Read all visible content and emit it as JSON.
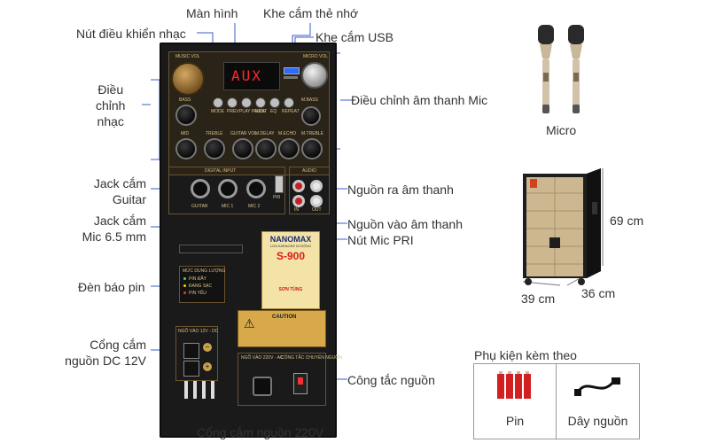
{
  "labels": {
    "man_hinh": "Màn hình",
    "khe_cam_the_nho": "Khe cắm thẻ nhớ",
    "nut_dieu_khien_nhac": "Nút điều khiển nhạc",
    "khe_cam_usb": "Khe cắm USB",
    "dieu_chinh_nhac": "Điều\nchỉnh\nnhạc",
    "dieu_chinh_am_thanh_mic": "Điều chỉnh âm thanh Mic",
    "jack_cam_guitar": "Jack cắm\nGuitar",
    "nguon_ra_am_thanh": "Nguồn ra âm thanh",
    "jack_cam_mic": "Jack cắm\nMic 6.5 mm",
    "nguon_vao_am_thanh": "Nguồn vào âm thanh",
    "nut_mic_pri": "Nút Mic PRI",
    "den_bao_pin": "Đèn báo pin",
    "cong_cam_nguon_dc": "Cổng cắm\nnguồn DC 12V",
    "cong_tac_nguon": "Công tắc nguồn",
    "cong_cam_nguon_220v": "Cổng cắm nguồn 220V"
  },
  "micro": {
    "label": "Micro"
  },
  "speaker": {
    "height": "69 cm",
    "width": "39 cm",
    "depth": "36 cm"
  },
  "accessories": {
    "title": "Phụ kiện kèm theo",
    "items": [
      {
        "label": "Pin",
        "icon": "battery-icon"
      },
      {
        "label": "Dây nguồn",
        "icon": "power-cable-icon"
      }
    ]
  },
  "panel": {
    "display_text": "AUX",
    "music_vol": "MUSIC VOL",
    "micro_vol": "MICRO VOL",
    "bass": "BASS",
    "mid": "MID",
    "treble": "TREBLE",
    "guitar_vol": "GUITAR VOL",
    "m_delay": "M.DELAY",
    "m_echo": "M.ECHO",
    "m_treble": "M.TREBLE",
    "m_bass": "M.BASS",
    "buttons": [
      "MODE",
      "PREV",
      "PLAY PAUSE",
      "NEXT",
      "EQ",
      "REPEAT"
    ],
    "digital_input": "DIGITAL INPUT",
    "jacks": [
      "GUITAR",
      "MIC 1",
      "MIC 2"
    ],
    "audio": "AUDIO",
    "audio_ports": [
      "IN",
      "OUT"
    ],
    "pri": "PRI",
    "brand": "NANOMAX",
    "model": "S-900",
    "model_sub": "LOA KARAOKE DI ĐỘNG",
    "company": "SƠN TÙNG",
    "battery_title": "MỨC DUNG LƯỢNG",
    "battery_levels": [
      "PIN ĐẦY",
      "ĐANG SẠC",
      "PIN YẾU"
    ],
    "dc_title": "NGÕ VÀO 12V - DC",
    "caution": "CAUTION",
    "ac_title": "NGÕ VÀO 220V - AC",
    "switch_title": "CÔNG TẮC CHUYỂN NGUỒN"
  },
  "colors": {
    "label_text": "#333333",
    "line": "#3a5bd0",
    "panel": "#1a1a1a",
    "gold": "#b58a4c",
    "display": "#ff2a2a"
  }
}
